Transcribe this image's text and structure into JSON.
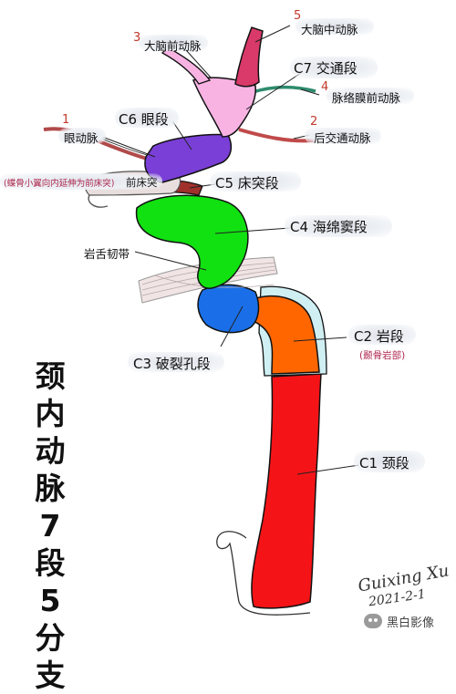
{
  "title_chars": [
    "颈",
    "内",
    "动",
    "脉",
    "7",
    "段",
    "5",
    "分",
    "支"
  ],
  "segments": {
    "c1": "C1 颈段",
    "c2": "C2 岩段",
    "c2_note": "(颞骨岩部)",
    "c3": "C3 破裂孔段",
    "c4": "C4 海绵窦段",
    "c5": "C5 床突段",
    "c6": "C6 眼段",
    "c7": "C7 交通段"
  },
  "branches": {
    "b1_num": "1",
    "b1": "眼动脉",
    "b2_num": "2",
    "b2": "后交通动脉",
    "b3_num": "3",
    "b3": "大脑前动脉",
    "b4_num": "4",
    "b4": "脉络膜前动脉",
    "b5_num": "5",
    "b5": "大脑中动脉"
  },
  "structures": {
    "ligament": "岩舌韧带",
    "clinoid": "前床突",
    "clinoid_note": "(蝶骨小翼向内延伸为前床突)"
  },
  "signature": {
    "name": "Guixing Xu",
    "date": "2021-2-1"
  },
  "watermark": "黑白影像",
  "colors": {
    "c1": "#f41417",
    "c2": "#ff6600",
    "c3": "#1a6fe8",
    "c4": "#11e011",
    "c5": "#a0302a",
    "c6": "#7a3fd6",
    "c7": "#f8b3e3",
    "mca": "#d93a6a",
    "branch": "#c04a4a",
    "ach": "#2e8b6e",
    "canal": "#cfeff3",
    "bone": "#e9dede"
  }
}
